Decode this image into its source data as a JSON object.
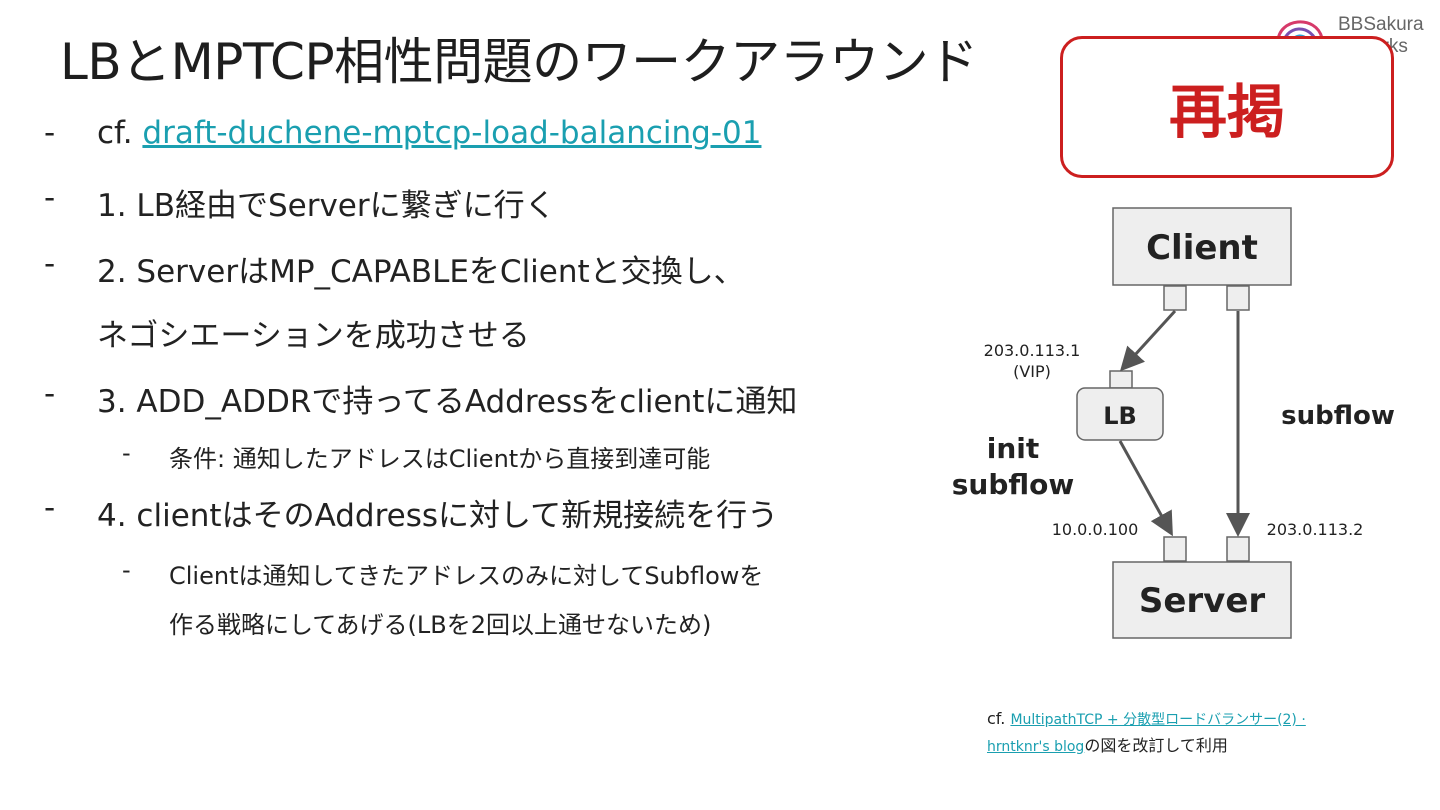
{
  "slide": {
    "title": "LBとMPTCP相性問題のワークアラウンド",
    "logo_text_line1": "BBSakura",
    "logo_text_line2": "orks",
    "stamp_label": "再掲"
  },
  "bullets": {
    "dash": "-",
    "b1_prefix": "cf. ",
    "b1_link": "draft-duchene-mptcp-load-balancing-01",
    "b2": "1. LB経由でServerに繋ぎに行く",
    "b3_line1": "2. ServerはMP_CAPABLEをClientと交換し、",
    "b3_line2": "ネゴシエーションを成功させる",
    "b4": "3. ADD_ADDRで持ってるAddressをclientに通知",
    "b4_sub": "条件: 通知したアドレスはClientから直接到達可能",
    "b5": "4. clientはそのAddressに対して新規接続を行う",
    "b5_sub_line1": "Clientは通知してきたアドレスのみに対してSubflowを",
    "b5_sub_line2": "作る戦略にしてあげる(LBを2回以上通せないため)"
  },
  "diagram": {
    "client_label": "Client",
    "server_label": "Server",
    "lb_label": "LB",
    "vip_ip": "203.0.113.1",
    "vip_tag": "(VIP)",
    "init_label_1": "init",
    "init_label_2": "subflow",
    "subflow_label": "subflow",
    "server_ip_1": "10.0.0.100",
    "server_ip_2": "203.0.113.2",
    "colors": {
      "box_fill": "#eeeeee",
      "box_stroke": "#666666",
      "arrow": "#555555"
    }
  },
  "reference": {
    "prefix": "cf. ",
    "link_line1": "MultipathTCP + 分散型ロードバランサー(2) ·",
    "link_line2": "hrntknr's blog",
    "suffix": "の図を改訂して利用"
  },
  "colors": {
    "accent_red": "#cc1f1f",
    "link_teal": "#1a9fb0"
  }
}
